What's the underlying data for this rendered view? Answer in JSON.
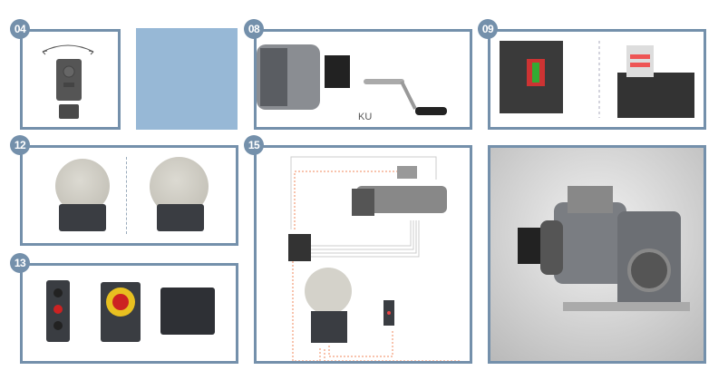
{
  "panels": [
    {
      "badge": "04"
    },
    {
      "badge": "08",
      "caption": "KU"
    },
    {
      "badge": "09"
    },
    {
      "badge": "12"
    },
    {
      "badge": "13"
    },
    {
      "badge": "15"
    }
  ],
  "colors": {
    "frame": "#7490ab",
    "blue_box": "#97b8d6",
    "wire_dotted": "#f08a5d"
  }
}
